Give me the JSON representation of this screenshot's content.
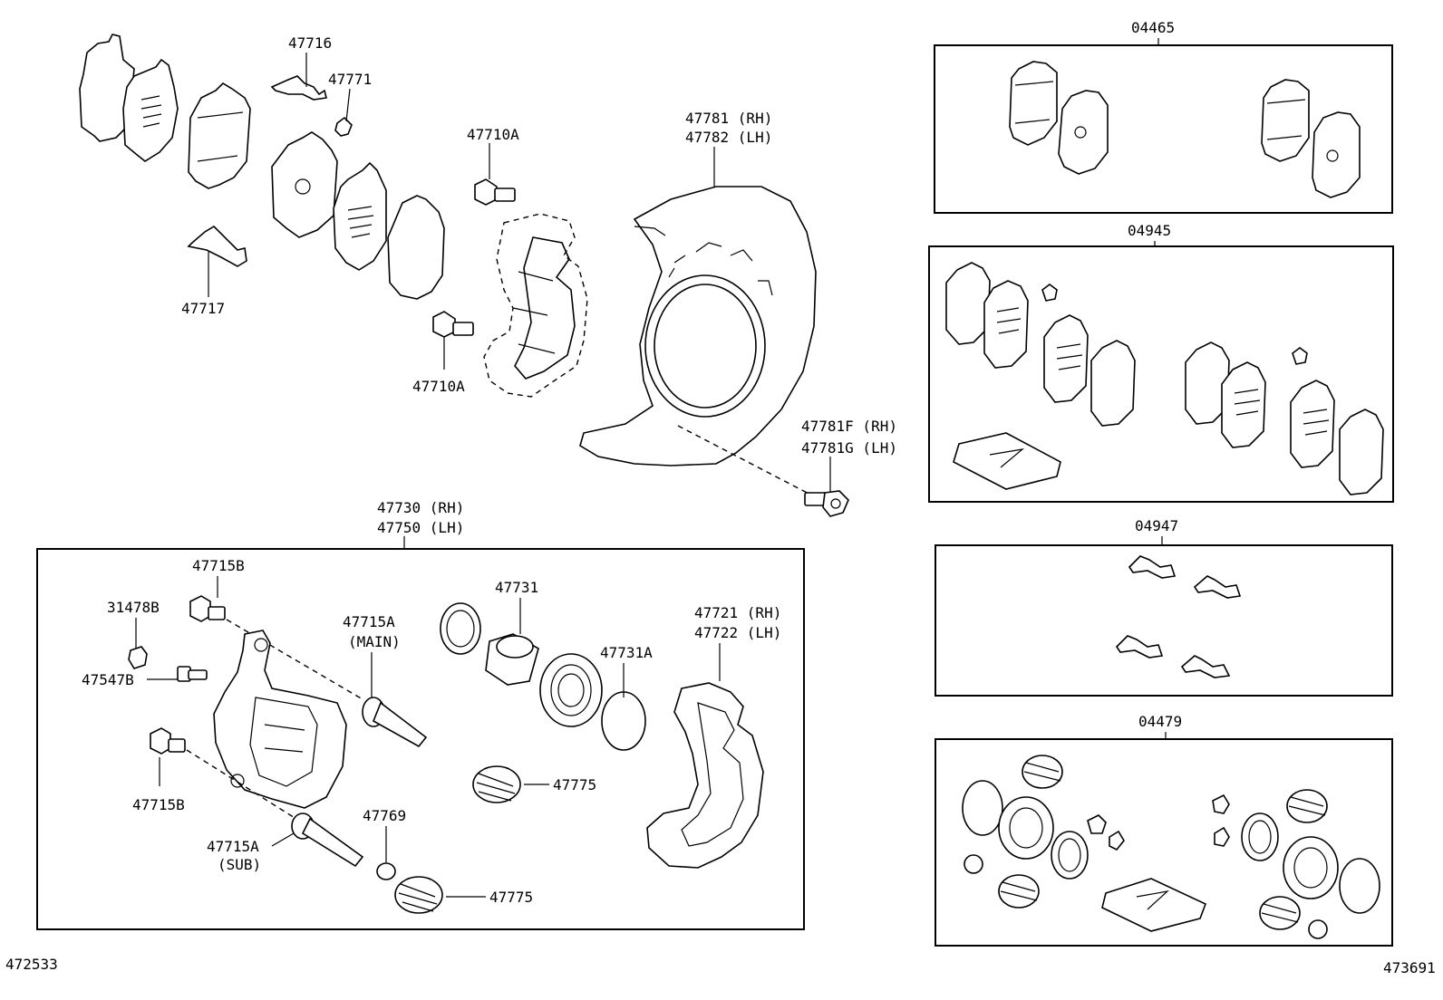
{
  "labels": {
    "pad_clip_upper": "47716",
    "shim_spring": "47771",
    "pad_clip_lower": "47717",
    "bolt_upper": "47710A",
    "bolt_lower": "47710A",
    "dust_cover_rh": "47781 (RH)",
    "dust_cover_lh": "47782 (LH)",
    "cover_bolt_rh": "47781F (RH)",
    "cover_bolt_lh": "47781G (LH)",
    "caliper_rh": "47730 (RH)",
    "caliper_lh": "47750 (LH)",
    "bolt_b_top": "47715B",
    "bleeder_cap": "31478B",
    "bleeder_plug": "47547B",
    "bolt_b_bottom": "47715B",
    "pin_main": "47715A",
    "pin_main_note": "(MAIN)",
    "pin_sub": "47715A",
    "pin_sub_note": "(SUB)",
    "piston": "47731",
    "piston_seal": "47731A",
    "boot_upper": "47775",
    "bushing": "47769",
    "boot_lower": "47775",
    "mounting_rh": "47721 (RH)",
    "mounting_lh": "47722 (LH)",
    "kit_pad_set": "04465",
    "kit_pad_anti_squeal": "04945",
    "kit_support_plate": "04947",
    "kit_cylinder": "04479",
    "footer_left": "472533",
    "footer_right": "473691"
  }
}
